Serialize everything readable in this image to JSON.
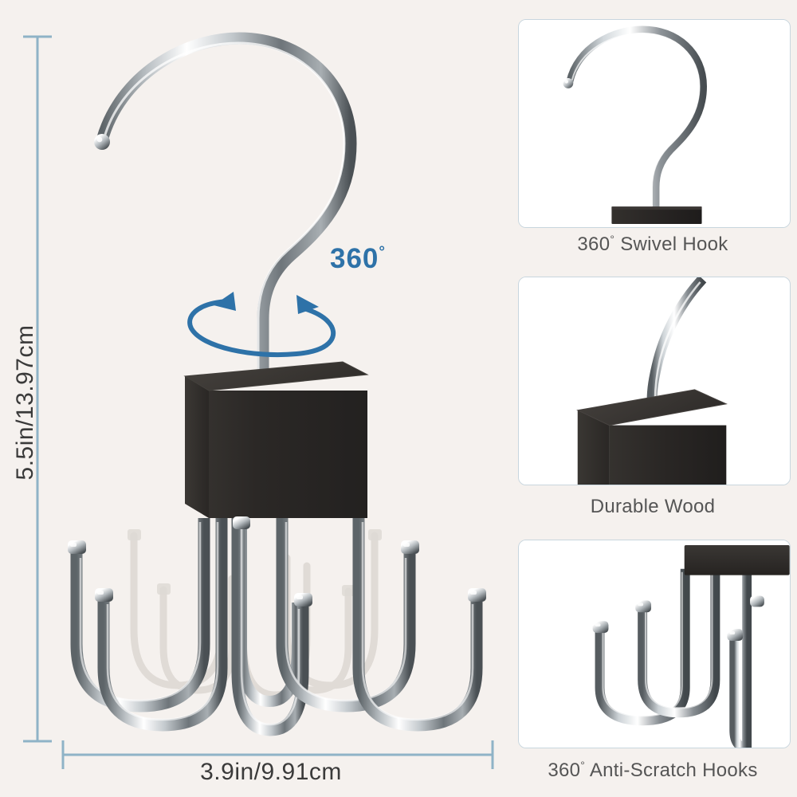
{
  "background": {
    "page_color": "#f5f1ee",
    "card_color": "#ffffff",
    "card_border_color": "#c8d6de"
  },
  "accents": {
    "dimension_line_color": "#8fb3c7",
    "rotation_arrow_color": "#2e72a8",
    "chrome_light": "#ffffff",
    "chrome_mid": "#9aa0a4",
    "chrome_dark": "#3d4246",
    "wood_color": "#2b2826",
    "wood_top_color": "#3a3734",
    "wood_side_color": "#232120"
  },
  "main": {
    "dimensions": {
      "height_label": "5.5in/13.97cm",
      "width_label": "3.9in/9.91cm"
    },
    "rotation": {
      "value": "360",
      "degree_symbol": "°"
    },
    "product": {
      "hook_count": 6,
      "ghost_hook_count": 5
    }
  },
  "features": [
    {
      "id": "swivel",
      "caption_text": "360",
      "caption_degree": "°",
      "caption_rest": " Swivel Hook",
      "icon": "s-hook-on-base-icon"
    },
    {
      "id": "wood",
      "caption_text": "Durable Wood",
      "caption_degree": "",
      "caption_rest": "",
      "icon": "wood-block-closeup-icon"
    },
    {
      "id": "hooks",
      "caption_text": "360",
      "caption_degree": "°",
      "caption_rest": " Anti-Scratch Hooks",
      "icon": "u-hooks-closeup-icon"
    }
  ]
}
